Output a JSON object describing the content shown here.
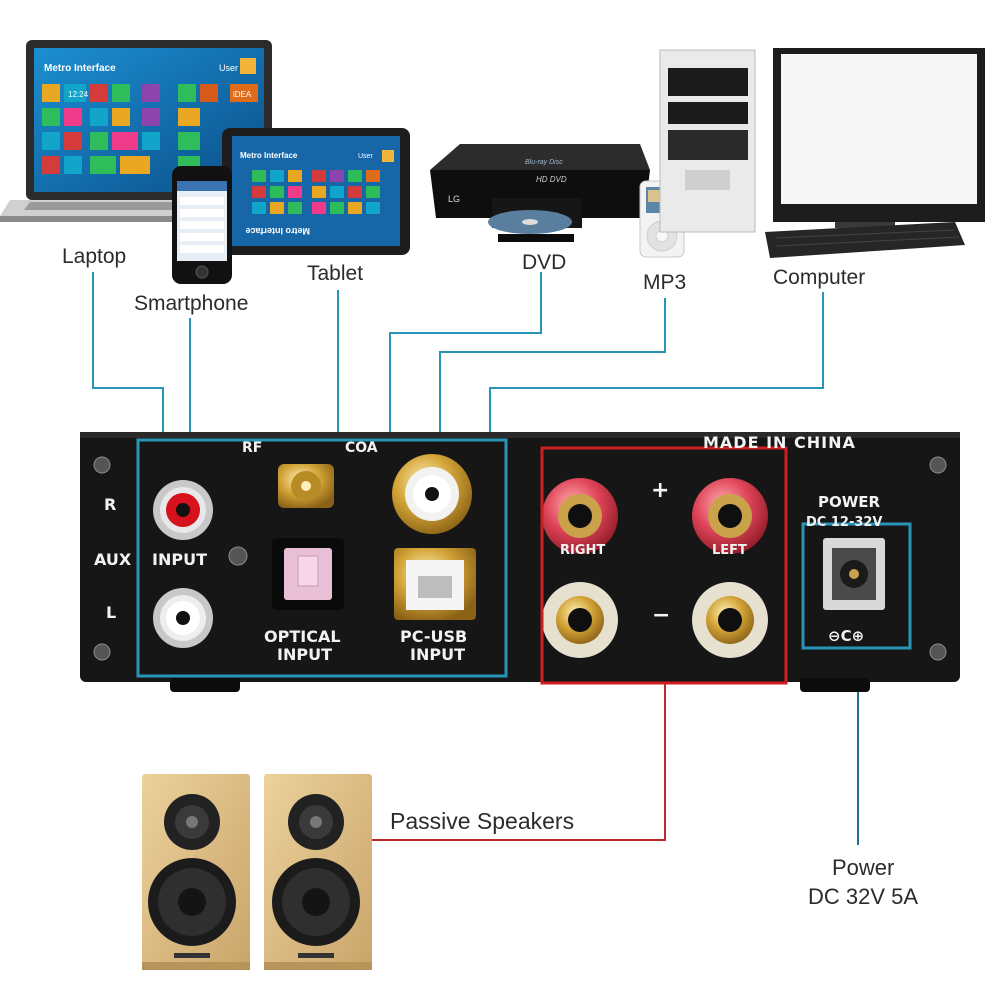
{
  "devices": {
    "laptop": {
      "label": "Laptop",
      "screen_title": "Metro Interface",
      "user_label": "User",
      "clock": "12:24",
      "idea_tile": "iDEA"
    },
    "smartphone": {
      "label": "Smartphone"
    },
    "tablet": {
      "label": "Tablet",
      "screen_title": "Metro Interface",
      "user_label": "User",
      "mirrored_title": "Metro Interface"
    },
    "dvd": {
      "label": "DVD",
      "brand": "LG",
      "disc_logo": "Blu-ray Disc",
      "format": "HD DVD"
    },
    "mp3": {
      "label": "MP3"
    },
    "computer": {
      "label": "Computer"
    }
  },
  "amplifier": {
    "made_in": "MADE IN CHINA",
    "aux_label": "AUX",
    "input_label": "INPUT",
    "right_channel": "R",
    "left_channel": "L",
    "rf_label": "RF",
    "coa_label": "COA",
    "optical_label_1": "OPTICAL",
    "optical_label_2": "INPUT",
    "usb_label_1": "PC-USB",
    "usb_label_2": "INPUT",
    "plus": "+",
    "minus": "−",
    "right_speaker": "RIGHT",
    "left_speaker": "LEFT",
    "power_title": "POWER",
    "power_range": "DC 12-32V",
    "polarity": "⊖C⊕"
  },
  "outputs": {
    "speakers_label": "Passive Speakers",
    "power_label_1": "Power",
    "power_label_2": "DC 32V 5A"
  },
  "colors": {
    "input_line": "#2a93b8",
    "speaker_line": "#c0282a",
    "power_line": "#1d6f8a",
    "panel": "#161616"
  }
}
